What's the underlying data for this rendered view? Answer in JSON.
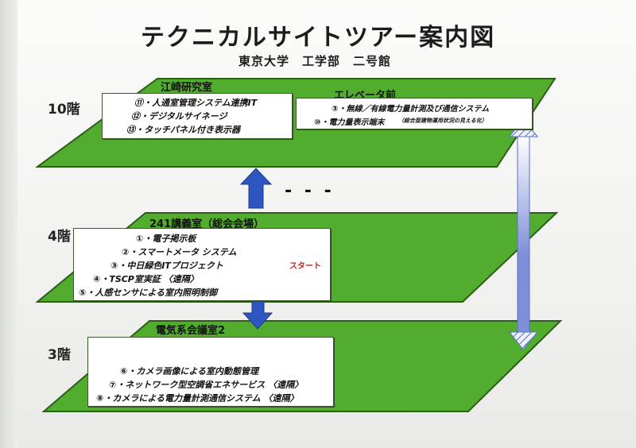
{
  "title": "テクニカルサイトツアー案内図",
  "subtitle": "東京大学　工学部　二号館",
  "floors": {
    "f10": {
      "label": "10階",
      "room_left": "江崎研究室",
      "room_right": "エレベータ前",
      "items_left": [
        "⑪・人通室管理システム連携IT",
        "⑫・デジタルサイネージ",
        "⑬・タッチパネル付き表示器"
      ],
      "items_right": [
        "③・無線／有線電力量計測及び通信システム",
        "⑩・電力量表示端末"
      ],
      "items_right_note": "（総合型建物運用状況の見える化）"
    },
    "f4": {
      "label": "4階",
      "room": "241講義室（総会会場）",
      "items": [
        "①・電子掲示板",
        "②・スマートメータ システム",
        "③・中日緑色ITプロジェクト",
        "④・TSCP室実証 〈遠隔〉",
        "⑤・人感センサによる室内照明制御"
      ],
      "start_label": "スタート"
    },
    "f3": {
      "label": "3階",
      "room": "電気系会議室2",
      "items": [
        "⑥・カメラ画像による室内動態管理",
        "⑦・ネットワーク型空調省エネサービス 〈遠隔〉",
        "⑧・カメラによる電力量計測通信システム 〈遠隔〉"
      ]
    }
  },
  "dashes": "- - -",
  "colors": {
    "floor_green": "#52ad2e",
    "floor_edge": "#2c5e1a",
    "arrow_blue": "#2f56c0",
    "elevator_arrow": "#7d8fd9"
  }
}
